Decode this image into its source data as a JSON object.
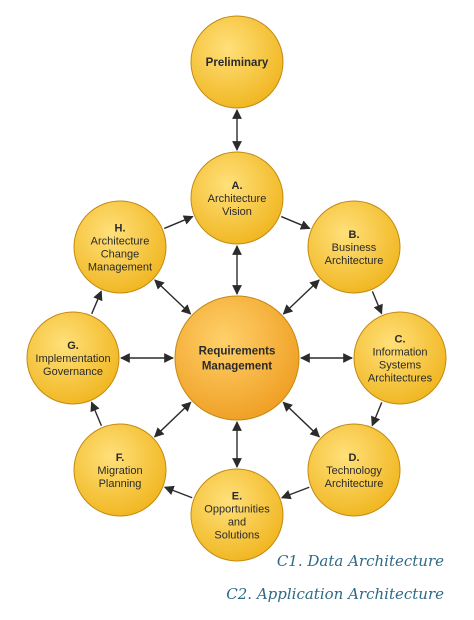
{
  "nodes": {
    "preliminary": {
      "lines": [
        "Preliminary"
      ]
    },
    "a": {
      "letter": "A.",
      "lines": [
        "Architecture",
        "Vision"
      ]
    },
    "b": {
      "letter": "B.",
      "lines": [
        "Business",
        "Architecture"
      ]
    },
    "c": {
      "letter": "C.",
      "lines": [
        "Information",
        "Systems",
        "Architectures"
      ]
    },
    "d": {
      "letter": "D.",
      "lines": [
        "Technology",
        "Architecture"
      ]
    },
    "e": {
      "letter": "E.",
      "lines": [
        "Opportunities",
        "and",
        "Solutions"
      ]
    },
    "f": {
      "letter": "F.",
      "lines": [
        "Migration",
        "Planning"
      ]
    },
    "g": {
      "letter": "G.",
      "lines": [
        "Implementation",
        "Governance"
      ]
    },
    "h": {
      "letter": "H.",
      "lines": [
        "Architecture",
        "Change",
        "Management"
      ]
    },
    "center": {
      "lines": [
        "Requirements",
        "Management"
      ]
    }
  },
  "notes": {
    "c1": "C1. Data Architecture",
    "c2": "C2. Application Architecture"
  },
  "colors": {
    "node_fill": "#f5c02a",
    "node_fill_light": "#ffe07a",
    "node_stroke": "#c28a12",
    "center_fill": "#f3a830",
    "center_fill_light": "#ffd06a",
    "arrow": "#2b2b2b",
    "note_text": "#2e6a86"
  }
}
